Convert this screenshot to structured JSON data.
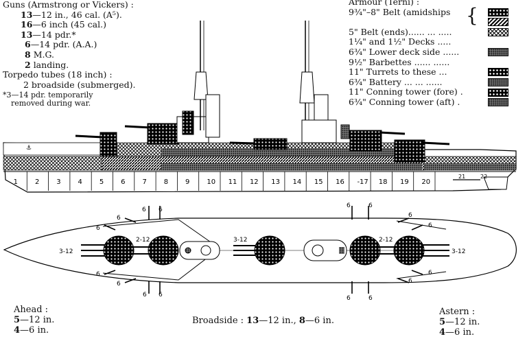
{
  "guns": {
    "heading": "Guns (Armstrong or Vickers) :",
    "lines": [
      {
        "count": "13",
        "text": "—12 in., 46 cal. (A⁵)."
      },
      {
        "count": "16",
        "text": "—6 inch (45 cal.)"
      },
      {
        "count": "13",
        "text": "—14 pdr.*"
      },
      {
        "count": "6",
        "text": "—14 pdr. (A.A.)"
      },
      {
        "count": "8",
        "text": "M.G."
      },
      {
        "count": "2",
        "text": "landing."
      }
    ],
    "torpedo_heading": "Torpedo tubes (18 inch) :",
    "torpedo_line": "2 broadside (submerged).",
    "note1": "*3—14 pdr. temporarily",
    "note2": "removed during war."
  },
  "armour": {
    "heading": "Armour (Terni) :",
    "rows": [
      {
        "label": "9¾\"–8\" Belt (amidships",
        "pattern": "dots-black"
      },
      {
        "label": "",
        "pattern": "hatch-diag"
      },
      {
        "label": "5\" Belt (ends)...... ... .....",
        "pattern": "crosshatch"
      },
      {
        "label": "1¼\" and 1½\" Decks .....",
        "pattern": "none"
      },
      {
        "label": "6¾\" Lower deck side ......",
        "pattern": "stipple"
      },
      {
        "label": "9½\" Barbettes ...... ......",
        "pattern": "none"
      },
      {
        "label": "11\" Turrets to these ...",
        "pattern": "dots-black"
      },
      {
        "label": "6¾\" Battery ... ... ......",
        "pattern": "stipple"
      },
      {
        "label": "11\" Conning tower (fore) .",
        "pattern": "dots-black"
      },
      {
        "label": "6¾\" Conning tower (aft) .",
        "pattern": "stipple"
      }
    ]
  },
  "frames": [
    "1",
    "2",
    "3",
    "4",
    "5",
    "6",
    "7",
    "8",
    "9",
    "10",
    "11",
    "12",
    "13",
    "14",
    "15",
    "16",
    "-17",
    "18",
    "19",
    "20",
    "21",
    "22"
  ],
  "plan_labels": {
    "fore_turret": "3-12",
    "turret2": "2-12",
    "mid_turret": "3-12",
    "turret4": "2-12",
    "aft_turret": "3-12",
    "six": "6"
  },
  "ahead": {
    "title": "Ahead :",
    "l1_num": "5",
    "l1_txt": "—12 in.",
    "l2_num": "4",
    "l2_txt": "—6 in."
  },
  "astern": {
    "title": "Astern :",
    "l1_num": "5",
    "l1_txt": "—12 in.",
    "l2_num": "4",
    "l2_txt": "—6 in."
  },
  "broadside": {
    "prefix": "Broadside : ",
    "n1": "13",
    "t1": "—12 in., ",
    "n2": "8",
    "t2": "—6 in."
  }
}
